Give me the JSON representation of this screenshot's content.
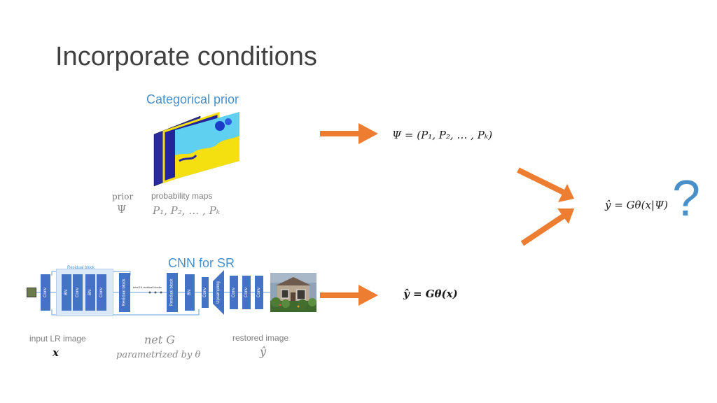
{
  "slide": {
    "title": "Incorporate conditions",
    "categorical_prior_label": "Categorical prior",
    "prior_word": "prior",
    "prior_symbol": "Ψ",
    "probability_maps_label": "probability maps",
    "probability_maps_expr": "P₁, P₂, … , Pₖ",
    "psi_equation": "Ψ = (P₁, P₂, … , Pₖ)",
    "conditional_equation": "ŷ = Gθ(x|Ψ)",
    "question_mark": "?",
    "cnn_label": "CNN for SR",
    "plain_equation": "ŷ = Gθ(x)",
    "input_label": "input LR image",
    "input_symbol": "x",
    "net_label": "net G",
    "param_label": "parametrized by  θ",
    "restored_label": "restored image",
    "restored_symbol": "ŷ"
  },
  "network": {
    "residual_block_label": "Residual block",
    "repeat_label": "total 16 residual blocks",
    "layers": [
      "Conv",
      "BN",
      "Conv",
      "BN",
      "Conv",
      "Residual block",
      "Residual block",
      "BN",
      "Conv",
      "Upsampling",
      "Conv",
      "Conv",
      "Conv"
    ]
  },
  "colors": {
    "accent_blue": "#4a90c8",
    "arrow_orange": "#ed7d31",
    "layer_blue": "#4472c4",
    "title_gray": "#404040"
  }
}
